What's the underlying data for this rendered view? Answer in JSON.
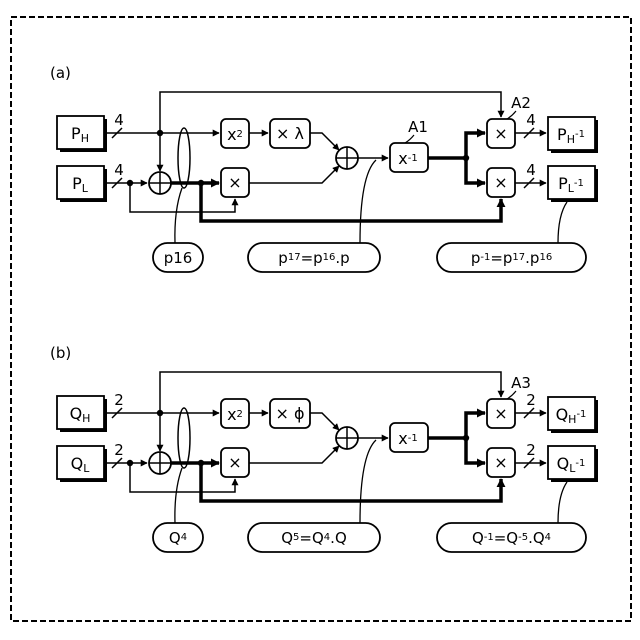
{
  "diagram": {
    "border_style": "dashed",
    "panels": [
      {
        "id": "a",
        "label": "(a)",
        "inputs": [
          {
            "name": "P",
            "sub": "H",
            "sup": "",
            "width": "4"
          },
          {
            "name": "P",
            "sub": "L",
            "sup": "",
            "width": "4"
          }
        ],
        "square_box": {
          "base": "x",
          "sup": "2"
        },
        "scale_box": "× λ",
        "mult_box": "×",
        "inverse_box": {
          "base": "x",
          "sup": "-1",
          "annotation": "A1"
        },
        "out_mult_top": {
          "label": "×",
          "annotation": "A2"
        },
        "out_mult_bottom": {
          "label": "×",
          "annotation": ""
        },
        "outputs": [
          {
            "name": "P",
            "sub": "H",
            "sup": "-1",
            "width": "4"
          },
          {
            "name": "P",
            "sub": "L",
            "sup": "-1",
            "width": "4"
          }
        ],
        "callouts": [
          {
            "parts": [
              {
                "t": "p16",
                "s": ""
              }
            ]
          },
          {
            "parts": [
              {
                "t": "p",
                "s": ""
              },
              {
                "t": "17",
                "s": "sup"
              },
              {
                "t": "=p",
                "s": ""
              },
              {
                "t": "16",
                "s": "sup"
              },
              {
                "t": ".p",
                "s": ""
              }
            ]
          },
          {
            "parts": [
              {
                "t": "p",
                "s": ""
              },
              {
                "t": "-1",
                "s": "sup"
              },
              {
                "t": "=p",
                "s": ""
              },
              {
                "t": "17",
                "s": "sup"
              },
              {
                "t": ".p",
                "s": ""
              },
              {
                "t": "16",
                "s": "sup"
              }
            ]
          }
        ]
      },
      {
        "id": "b",
        "label": "(b)",
        "inputs": [
          {
            "name": "Q",
            "sub": "H",
            "sup": "",
            "width": "2"
          },
          {
            "name": "Q",
            "sub": "L",
            "sup": "",
            "width": "2"
          }
        ],
        "square_box": {
          "base": "x",
          "sup": "2"
        },
        "scale_box": "× ϕ",
        "mult_box": "×",
        "inverse_box": {
          "base": "x",
          "sup": "-1",
          "annotation": ""
        },
        "out_mult_top": {
          "label": "×",
          "annotation": "A3"
        },
        "out_mult_bottom": {
          "label": "×",
          "annotation": ""
        },
        "outputs": [
          {
            "name": "Q",
            "sub": "H",
            "sup": "-1",
            "width": "2"
          },
          {
            "name": "Q",
            "sub": "L",
            "sup": "-1",
            "width": "2"
          }
        ],
        "callouts": [
          {
            "parts": [
              {
                "t": "Q",
                "s": ""
              },
              {
                "t": "4",
                "s": "sup"
              }
            ]
          },
          {
            "parts": [
              {
                "t": "Q",
                "s": ""
              },
              {
                "t": "5",
                "s": "sup"
              },
              {
                "t": "=Q",
                "s": ""
              },
              {
                "t": "4",
                "s": "sup"
              },
              {
                "t": ".Q",
                "s": ""
              }
            ]
          },
          {
            "parts": [
              {
                "t": "Q",
                "s": ""
              },
              {
                "t": "-1",
                "s": "sup"
              },
              {
                "t": "=Q",
                "s": ""
              },
              {
                "t": "-5",
                "s": "sup"
              },
              {
                "t": ".Q",
                "s": ""
              },
              {
                "t": "4",
                "s": "sup"
              }
            ]
          }
        ]
      }
    ]
  }
}
